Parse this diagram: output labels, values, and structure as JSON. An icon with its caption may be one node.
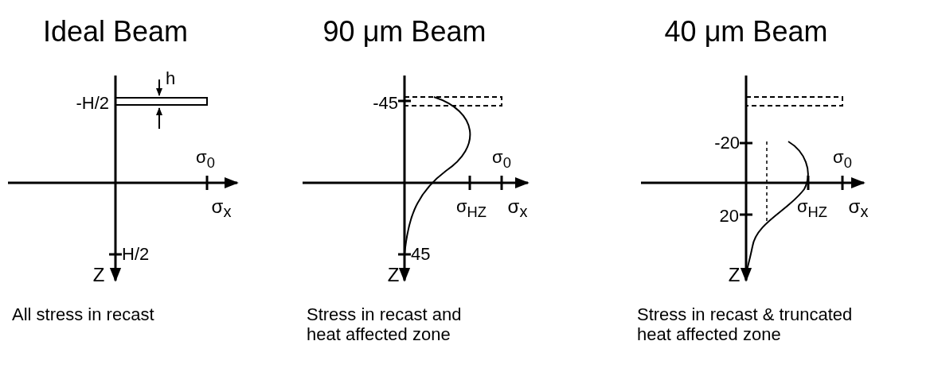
{
  "diagram": {
    "labels": [
      "Ideal Beam",
      "90 μm Beam",
      "40 μm Beam",
      "h",
      "-H/2",
      "-45",
      "σ$_{0}$",
      "σ$_{0}$",
      "-20",
      "σ$_{0}$",
      "σ$_{x}$",
      "σ$_{HZ}$",
      "σ$_{x}$",
      "σ$_{HZ}$",
      "σ$_{x}$",
      "20",
      "H/2",
      "45",
      "Z",
      "Z",
      "Z",
      "All stress in recast",
      "Stress in recast and heat affected zone",
      "Stress in recast & truncated heat affected zone"
    ]
  }
}
